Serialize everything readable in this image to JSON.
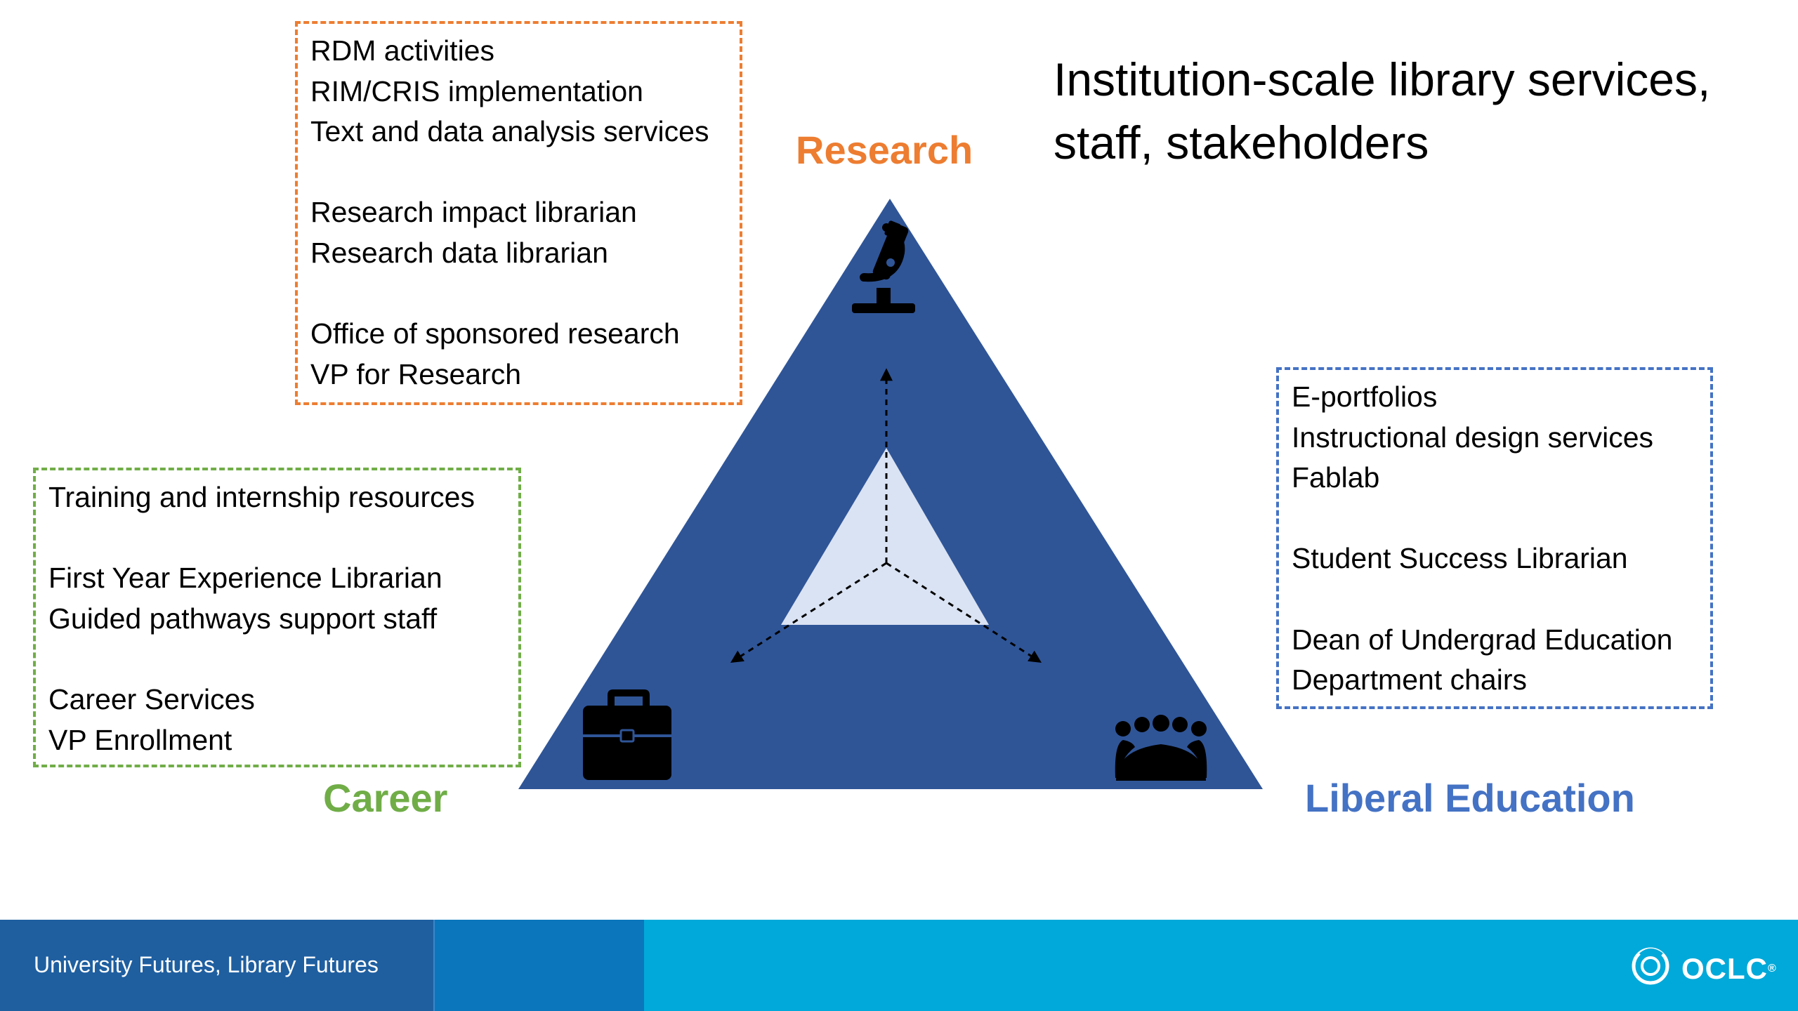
{
  "title": {
    "line1": "Institution-scale library services,",
    "line2": "staff, stakeholders"
  },
  "research": {
    "heading": "Research",
    "color": "#ED7D31",
    "services": [
      "RDM activities",
      "RIM/CRIS implementation",
      "Text and data analysis services"
    ],
    "staff": [
      "Research impact librarian",
      "Research data librarian"
    ],
    "stakeholders": [
      "Office of sponsored research",
      "VP for Research"
    ],
    "icon": "microscope-icon"
  },
  "career": {
    "heading": "Career",
    "color": "#70AD47",
    "services": [
      "Training and internship resources"
    ],
    "staff": [
      "First Year Experience Librarian",
      "Guided pathways support staff"
    ],
    "stakeholders": [
      "Career Services",
      "VP Enrollment"
    ],
    "icon": "briefcase-icon"
  },
  "liberal_education": {
    "heading": "Liberal Education",
    "color": "#4472C4",
    "services": [
      "E-portfolios",
      "Instructional design services",
      "Fablab"
    ],
    "staff": [
      "Student Success Librarian"
    ],
    "stakeholders": [
      "Dean of Undergrad Education",
      "Department chairs"
    ],
    "icon": "group-people-icon"
  },
  "colors": {
    "triangle": "#2F5597",
    "inner_triangle": "#DAE3F3",
    "footer_main": "#00A9D9",
    "footer_left": "#1F5FA0",
    "footer_mid": "#0B76BC"
  },
  "footer": {
    "text": "University Futures, Library Futures",
    "logo_text": "OCLC",
    "logo_mark": "®"
  }
}
